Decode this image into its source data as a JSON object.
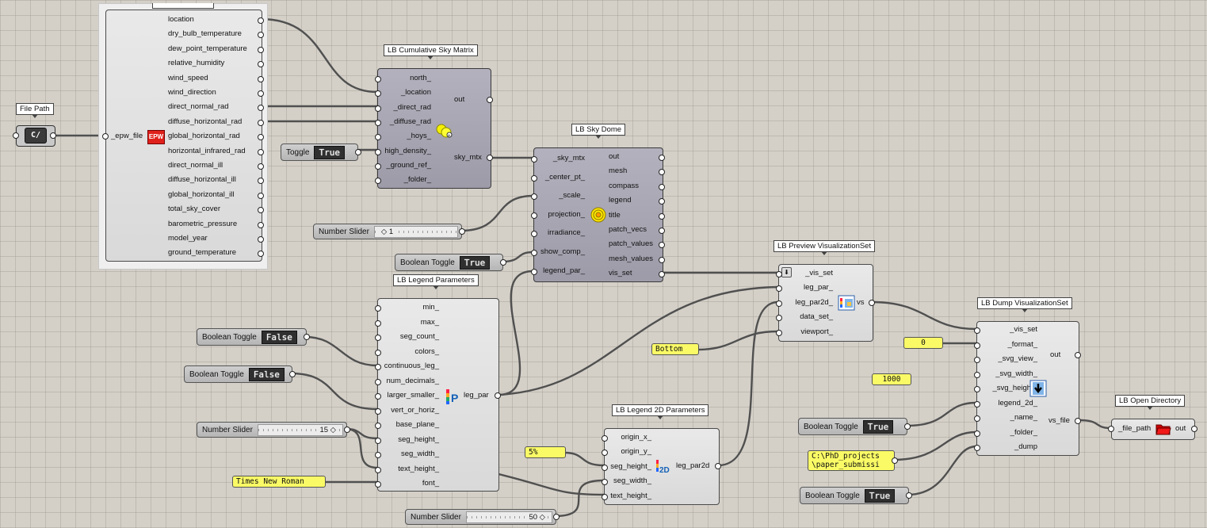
{
  "file_path": {
    "tag": "File Path",
    "badge": "C/"
  },
  "epw_panel": {
    "input": "_epw_file",
    "icon_text": "EPW",
    "outputs": [
      "location",
      "dry_bulb_temperature",
      "dew_point_temperature",
      "relative_humidity",
      "wind_speed",
      "wind_direction",
      "direct_normal_rad",
      "diffuse_horizontal_rad",
      "global_horizontal_rad",
      "horizontal_infrared_rad",
      "direct_normal_ill",
      "diffuse_horizontal_ill",
      "global_horizontal_ill",
      "total_sky_cover",
      "barometric_pressure",
      "model_year",
      "ground_temperature"
    ]
  },
  "sky_matrix": {
    "title": "LB Cumulative Sky Matrix",
    "inputs": [
      "north_",
      "_location",
      "_direct_rad",
      "_diffuse_rad",
      "_hoys_",
      "high_density_",
      "_ground_ref_",
      "_folder_"
    ],
    "outputs": [
      "out",
      "sky_mtx"
    ]
  },
  "sky_dome": {
    "title": "LB Sky Dome",
    "inputs": [
      "_sky_mtx",
      "_center_pt_",
      "_scale_",
      "projection_",
      "irradiance_",
      "show_comp_",
      "legend_par_"
    ],
    "outputs": [
      "out",
      "mesh",
      "compass",
      "legend",
      "title",
      "patch_vecs",
      "patch_values",
      "mesh_values",
      "vis_set"
    ]
  },
  "legend_params": {
    "title": "LB Legend Parameters",
    "inputs": [
      "min_",
      "max_",
      "seg_count_",
      "colors_",
      "continuous_leg_",
      "num_decimals_",
      "larger_smaller_",
      "vert_or_horiz_",
      "base_plane_",
      "seg_height_",
      "seg_width_",
      "text_height_",
      "font_"
    ],
    "outputs": [
      "leg_par"
    ]
  },
  "legend_2d": {
    "title": "LB Legend 2D Parameters",
    "inputs": [
      "origin_x_",
      "origin_y_",
      "seg_height_",
      "seg_width_",
      "text_height_"
    ],
    "outputs": [
      "leg_par2d"
    ],
    "icon_text": "2D"
  },
  "preview_vis": {
    "title": "LB Preview VisualizationSet",
    "inputs": [
      "_vis_set",
      "leg_par_",
      "leg_par2d_",
      "data_set_",
      "viewport_"
    ],
    "outputs": [
      "vs"
    ]
  },
  "dump_vis": {
    "title": "LB Dump VisualizationSet",
    "inputs": [
      "_vis_set",
      "_format_",
      "_svg_view_",
      "_svg_width_",
      "_svg_height_",
      "legend_2d_",
      "_name_",
      "_folder_",
      "_dump"
    ],
    "outputs": [
      "out",
      "vs_file"
    ]
  },
  "open_dir": {
    "title": "LB Open Directory",
    "inputs": [
      "_file_path"
    ],
    "outputs": [
      "out"
    ]
  },
  "widgets": {
    "toggle_sky": {
      "label": "Toggle",
      "value": "True"
    },
    "bool_show_comp": {
      "label": "Boolean Toggle",
      "value": "True"
    },
    "bool_continuous": {
      "label": "Boolean Toggle",
      "value": "False"
    },
    "bool_larger": {
      "label": "Boolean Toggle",
      "value": "False"
    },
    "bool_name": {
      "label": "Boolean Toggle",
      "value": "True"
    },
    "bool_dump": {
      "label": "Boolean Toggle",
      "value": "True"
    },
    "slider_scale": {
      "label": "Number Slider",
      "value": "1"
    },
    "slider_seg": {
      "label": "Number Slider",
      "value": "15"
    },
    "slider_text": {
      "label": "Number Slider",
      "value": "50"
    }
  },
  "panels": {
    "font": "Times New Roman",
    "viewport": "Bottom",
    "format": "0",
    "width": "1000",
    "seg_height": "5%",
    "folder_line1": "C:\\PhD_projects",
    "folder_line2": "\\paper_submissi"
  },
  "colors": {
    "canvas": "#d4d0c8",
    "wire": "#505050",
    "panel_yellow": "#fafa66",
    "component_dark": "#a7a5b1"
  }
}
